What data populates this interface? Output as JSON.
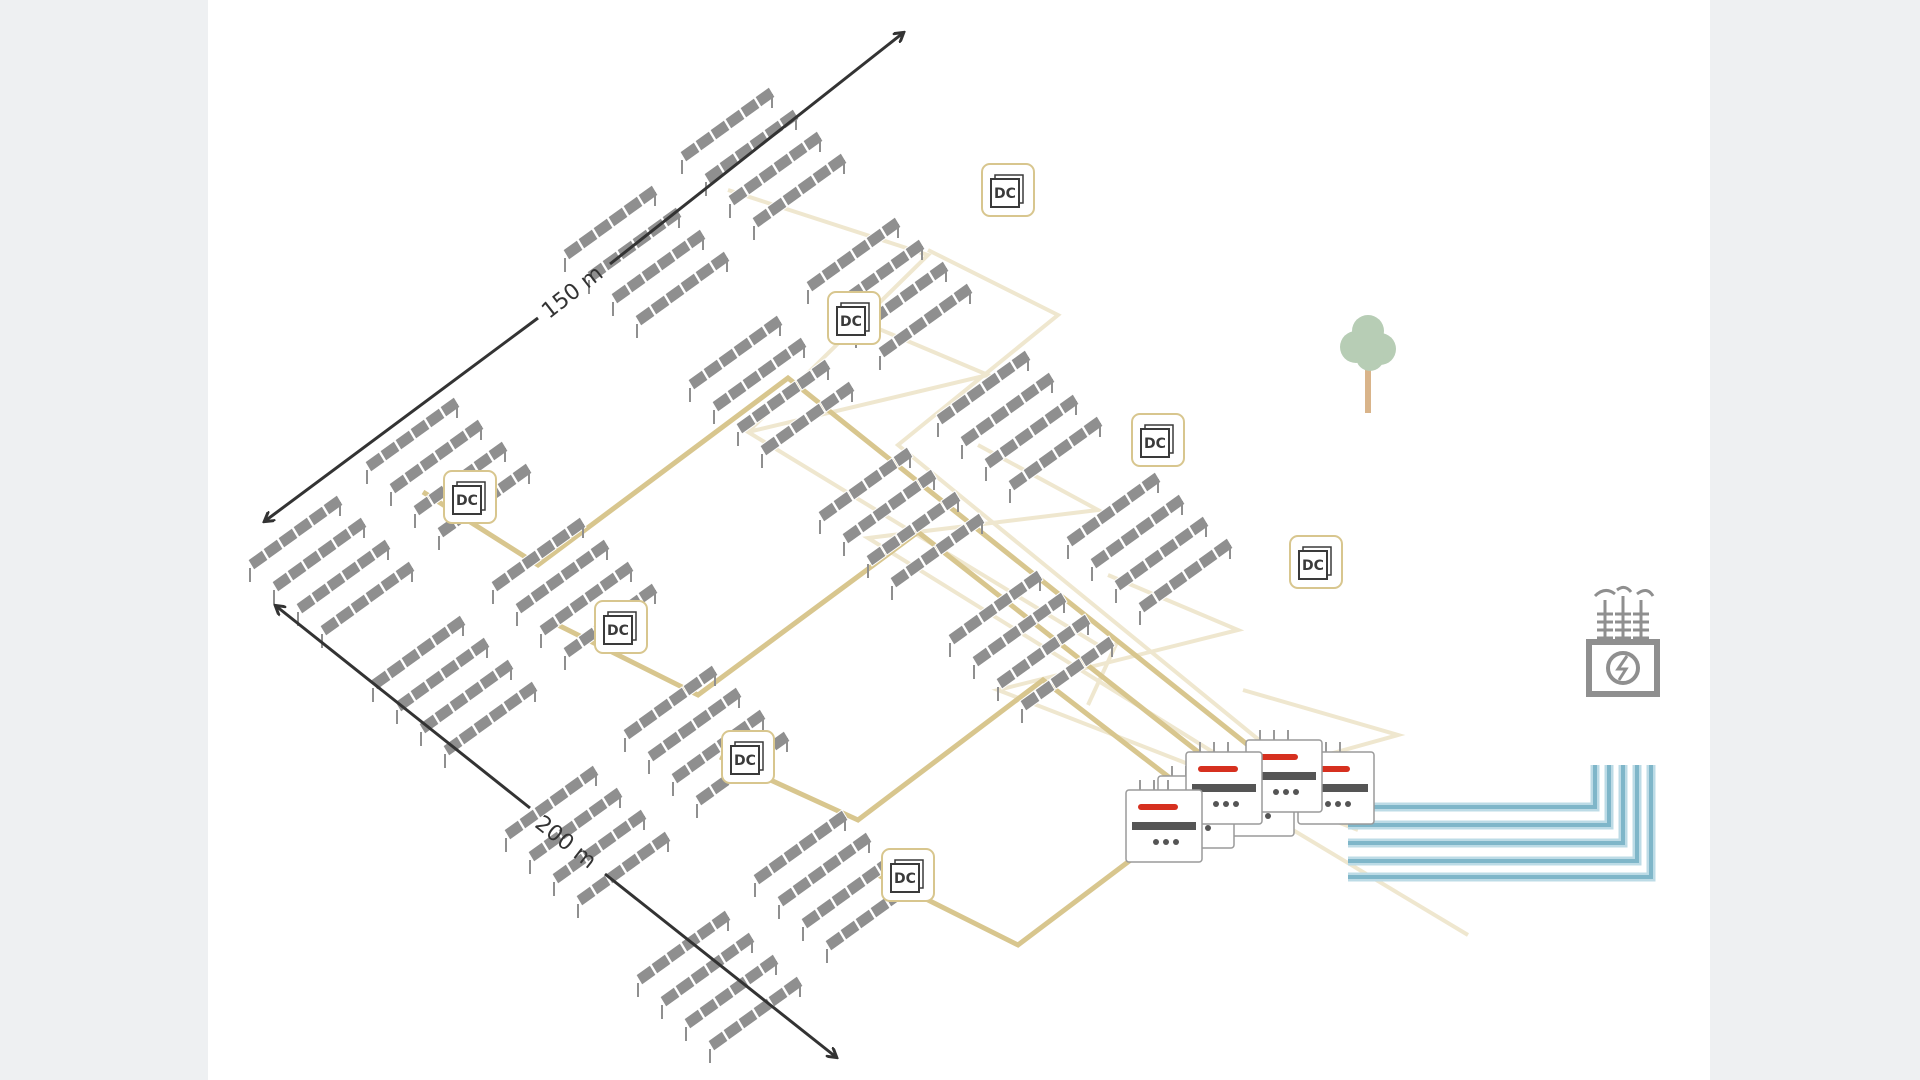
{
  "dimensions": {
    "width_label": "150 m",
    "depth_label": "200 m"
  },
  "combiner_label": "DC",
  "colors": {
    "panel": "#8f8f8f",
    "panel_frame": "#ffffff",
    "cable_primary": "#d8c68e",
    "cable_secondary": "#efe7cf",
    "ac_cable": "#7fb6c9",
    "ac_cable_light": "#bcdbe6",
    "arrow": "#333333",
    "tree_canopy": "#b7cdb5",
    "tree_trunk": "#d9b48a",
    "transformer": "#8f8f8f",
    "inverter_brand": "#d6301f"
  },
  "icons": {
    "tree": "tree-icon",
    "transformer": "transformer-icon",
    "inverter": "inverter-icon"
  },
  "diagram": {
    "panel_field_count": 16,
    "combiner_box_count": 8,
    "inverter_count": 6,
    "ac_line_count": 5
  }
}
